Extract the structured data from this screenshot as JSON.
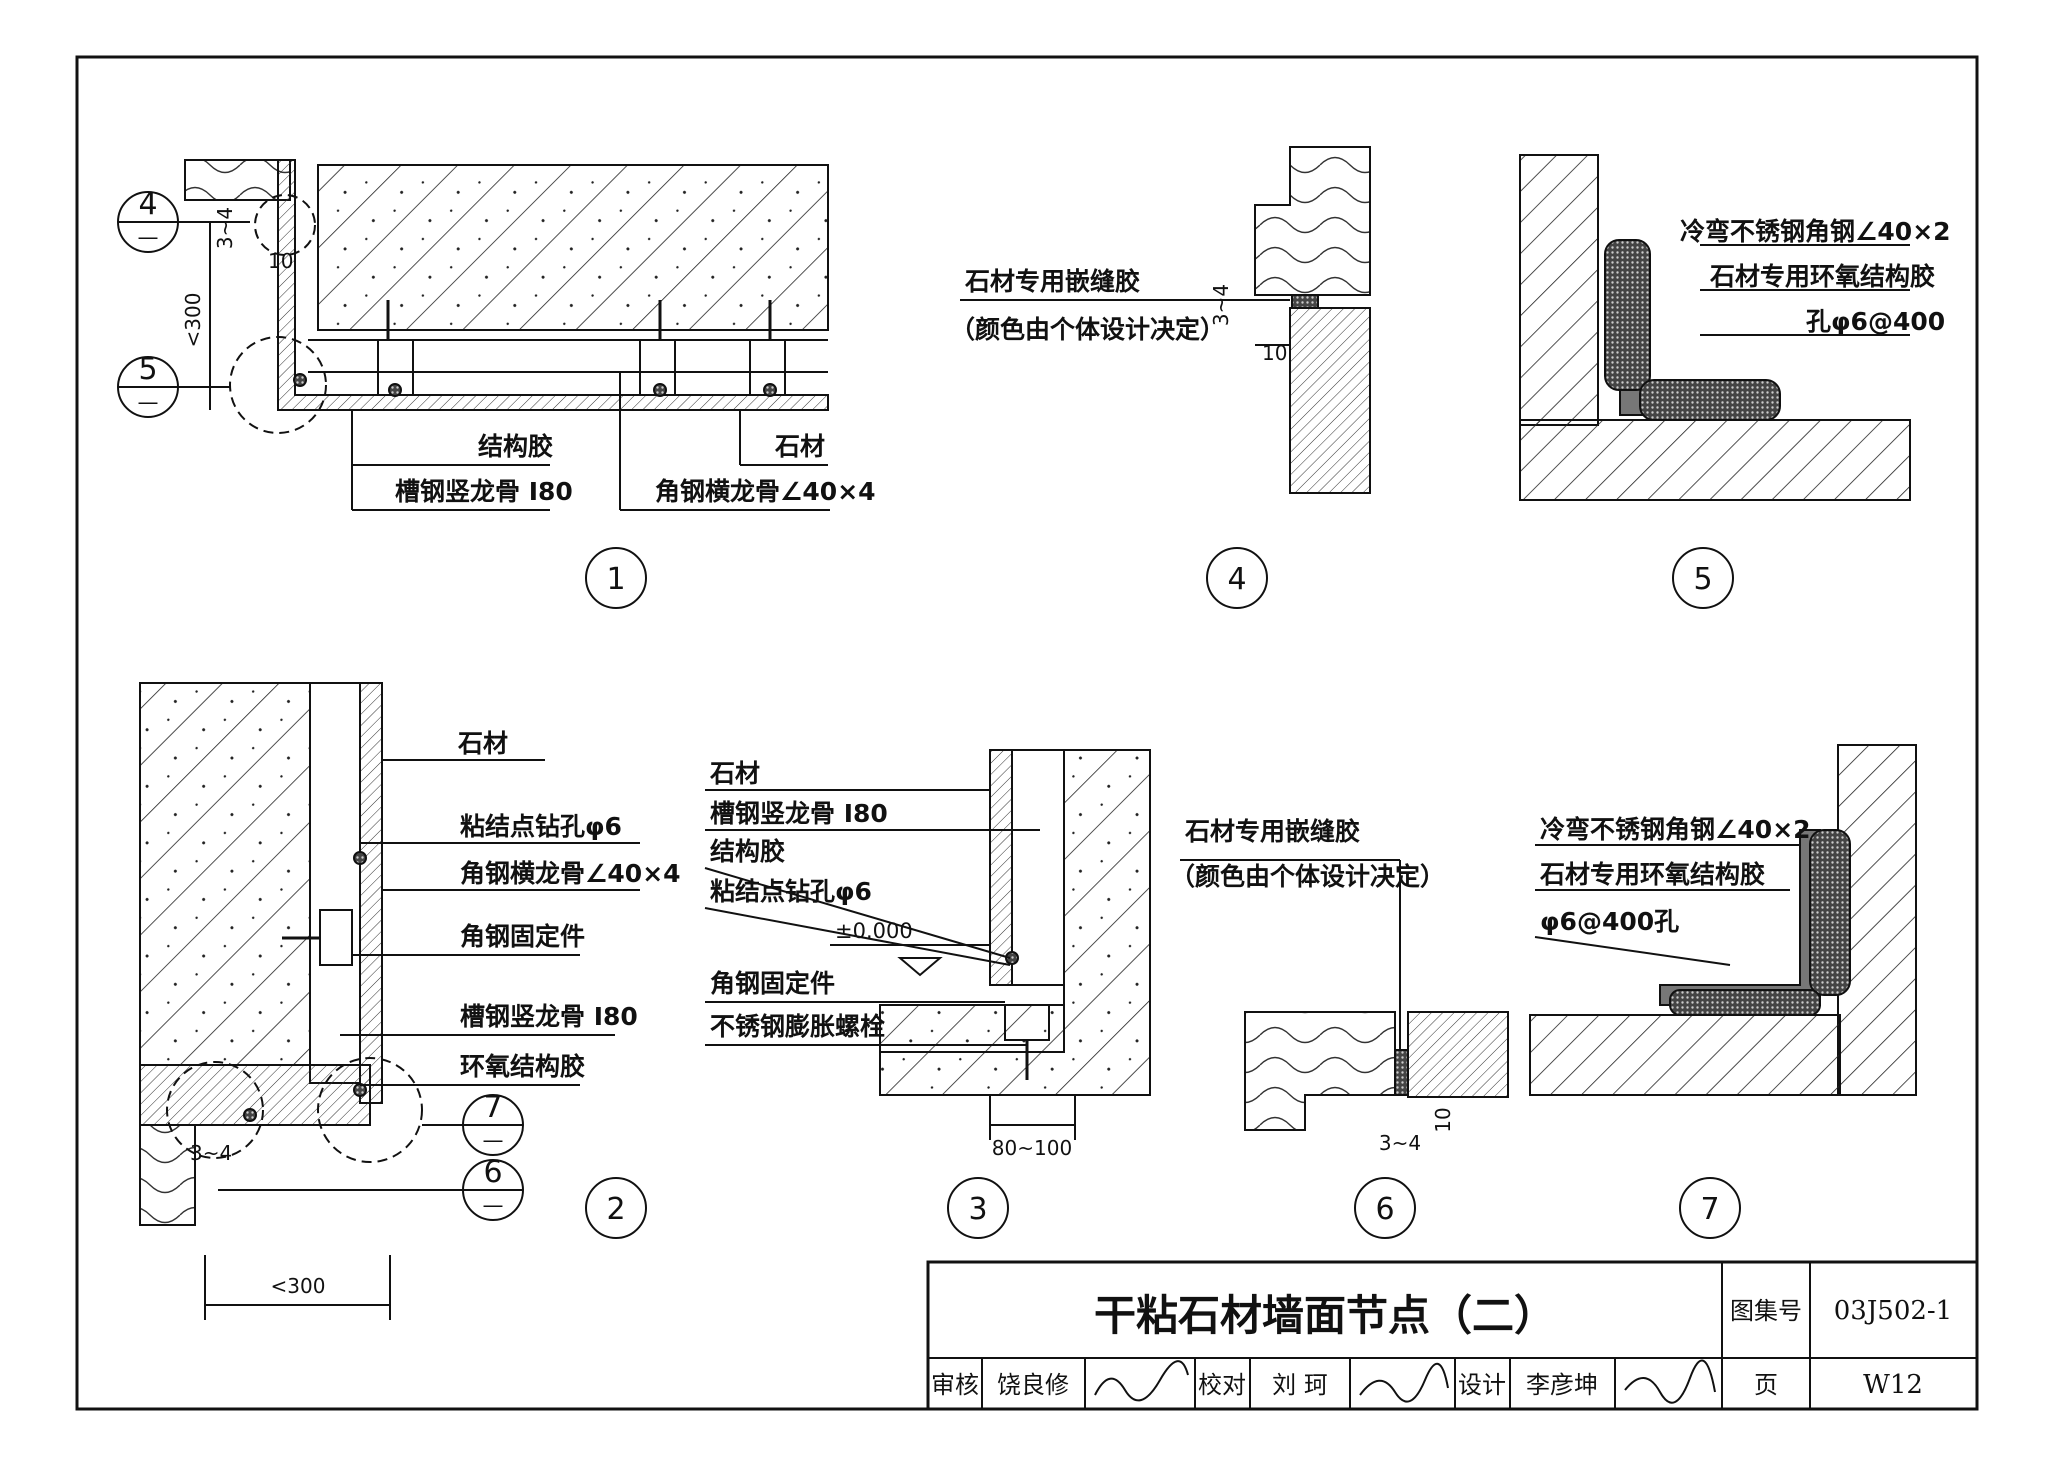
{
  "title": "干粘石材墙面节点（二）",
  "atlas_label": "图集号",
  "atlas_code": "03J502-1",
  "page_label": "页",
  "page_code": "W12",
  "signoff": {
    "review_label": "审核",
    "review_name": "饶良修",
    "check_label": "校对",
    "check_name": "刘 珂",
    "design_label": "设计",
    "design_name": "李彦坤"
  },
  "details": {
    "d1": {
      "number": "1",
      "ref_top_num": "4",
      "ref_mid_num": "5",
      "ref_dash": "—",
      "dim_34": "3~4",
      "dim_10": "10",
      "dim_300": "<300",
      "label_glue": "结构胶",
      "label_channel": "槽钢竖龙骨 I80",
      "label_stone": "石材",
      "label_angle": "角钢横龙骨∠40×4"
    },
    "d2": {
      "number": "2",
      "label_stone": "石材",
      "label_hole": "粘结点钻孔φ6",
      "label_angle": "角钢横龙骨∠40×4",
      "label_fixer": "角钢固定件",
      "label_channel": "槽钢竖龙骨 I80",
      "label_epoxy": "环氧结构胶",
      "ref_7": "7",
      "ref_6": "6",
      "ref_dash": "—",
      "dim_34": "3~4",
      "dim_300": "<300"
    },
    "d3": {
      "number": "3",
      "label_stone": "石材",
      "label_channel": "槽钢竖龙骨 I80",
      "label_glue": "结构胶",
      "label_hole": "粘结点钻孔φ6",
      "label_level": "±0.000",
      "label_fixer": "角钢固定件",
      "label_bolt": "不锈钢膨胀螺栓",
      "dim_80_100": "80~100"
    },
    "d4": {
      "number": "4",
      "label_sealant": "石材专用嵌缝胶",
      "label_color": "（颜色由个体设计决定）",
      "dim_34": "3~4",
      "dim_10": "10"
    },
    "d5": {
      "number": "5",
      "label_angle": "冷弯不锈钢角钢∠40×2",
      "label_epoxy": "石材专用环氧结构胶",
      "label_hole": "孔φ6@400"
    },
    "d6": {
      "number": "6",
      "label_sealant": "石材专用嵌缝胶",
      "label_color": "（颜色由个体设计决定）",
      "dim_10": "10",
      "dim_34": "3~4"
    },
    "d7": {
      "number": "7",
      "label_angle": "冷弯不锈钢角钢∠40×2",
      "label_epoxy": "石材专用环氧结构胶",
      "label_hole": "φ6@400孔"
    }
  }
}
